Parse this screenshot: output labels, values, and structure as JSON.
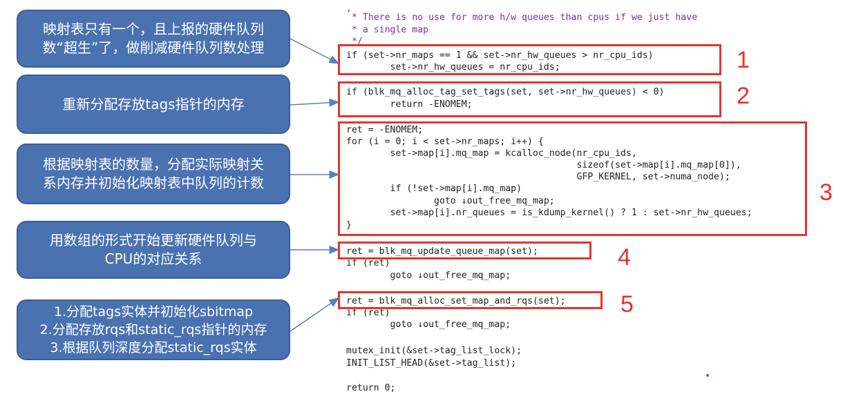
{
  "annotations": [
    {
      "lines": [
        "映射表只有一个，且上报的硬件队列",
        "数“超生”了，做削减硬件队列数处理"
      ]
    },
    {
      "lines": [
        "重新分配存放tags指针的内存"
      ]
    },
    {
      "lines": [
        "根据映射表的数量，分配实际映射关",
        "系内存并初始化映射表中队列的计数"
      ]
    },
    {
      "lines": [
        "用数组的形式开始更新硬件队列与",
        "CPU的对应关系"
      ]
    },
    {
      "lines": [
        "1.分配tags实体并初始化sbitmap",
        "2.分配存放rqs和static_rqs指针的内存",
        "3.根据队列深度分配static_rqs实体"
      ]
    }
  ],
  "code_lines": [
    {
      "t": ","
    },
    {
      "t": " * There is no use for more h/w queues than cpus if we just have"
    },
    {
      "t": " * a single map"
    },
    {
      "t": " */"
    },
    {
      "t": "if (set->nr_maps == 1 && set->nr_hw_queues > nr_cpu_ids)"
    },
    {
      "t": "        set->nr_hw_queues = nr_cpu_ids;"
    },
    {
      "t": ""
    },
    {
      "t": "if (blk_mq_alloc_tag_set_tags(set, set->nr_hw_queues) < 0)"
    },
    {
      "t": "        return -ENOMEM;"
    },
    {
      "t": ""
    },
    {
      "t": "ret = -ENOMEM;"
    },
    {
      "t": "for (i = 0; i < set->nr_maps; i++) {"
    },
    {
      "t": "        set->map[i].mq_map = kcalloc_node(nr_cpu_ids,"
    },
    {
      "t": "                                          sizeof(set->map[i].mq_map[0]),"
    },
    {
      "t": "                                          GFP_KERNEL, set->numa_node);"
    },
    {
      "t": "        if (!set->map[i].mq_map)"
    },
    {
      "t": "                goto ↓out_free_mq_map;"
    },
    {
      "t": "        set->map[i].nr_queues = is_kdump_kernel() ? 1 : set->nr_hw_queues;"
    },
    {
      "t": "}"
    },
    {
      "t": ""
    },
    {
      "t": "ret = blk_mq_update_queue_map(set);"
    },
    {
      "t": "if (ret)"
    },
    {
      "t": "        goto ↓out_free_mq_map;"
    },
    {
      "t": ""
    },
    {
      "t": "ret = blk_mq_alloc_set_map_and_rqs(set);"
    },
    {
      "t": "if (ret)"
    },
    {
      "t": "        goto ↓out_free_mq_map;"
    },
    {
      "t": ""
    },
    {
      "t": "mutex_init(&set->tag_list_lock);"
    },
    {
      "t": "INIT_LIST_HEAD(&set->tag_list);"
    },
    {
      "t": ""
    },
    {
      "t": "return 0;"
    }
  ],
  "step_numbers": [
    "1",
    "2",
    "3",
    "4",
    "5"
  ],
  "colors": {
    "box": "#4a72b0",
    "highlight": "#e8312a",
    "comment": "#7b2fa6",
    "keyword": "#2e7d32",
    "text": "#222222"
  }
}
